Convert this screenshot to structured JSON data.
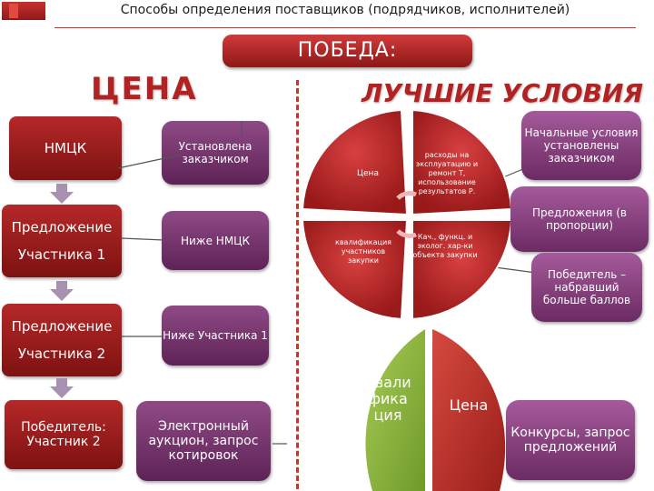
{
  "header": {
    "title": "Способы определения поставщиков (подрядчиков, исполнителей)"
  },
  "pobeda": "ПОБЕДА:",
  "left_title": "ЦЕНА",
  "right_title": "ЛУЧШИЕ УСЛОВИЯ",
  "left_column": [
    "НМЦК",
    "Предложение Участника 1",
    "Предложение Участника 2",
    "Победитель: Участник 2"
  ],
  "middle_column": [
    "Установлена заказчиком",
    "Ниже НМЦК",
    "Ниже Участника 1",
    "Электронный аукцион, запрос котировок"
  ],
  "pie": {
    "q1": "Цена",
    "q2": "расходы на эксплуатацию и ремонт Т, использование результатов Р.",
    "q3": "квалификация участников закупки",
    "q4": "Кач., функц. и эколог. хар-ки объекта закупки"
  },
  "leaf": {
    "left": "Квали фика ция",
    "right": "Цена"
  },
  "right_column": [
    "Начальные условия установлены заказчиком",
    "Предложения (в пропорции)",
    "Победитель – набравший больше баллов",
    "Конкурсы, запрос предложений"
  ],
  "colors": {
    "accent_red": "#b32222",
    "purple": "#6b2b63",
    "leaf_green": "#8cb43c",
    "leaf_red": "#c0392b"
  }
}
